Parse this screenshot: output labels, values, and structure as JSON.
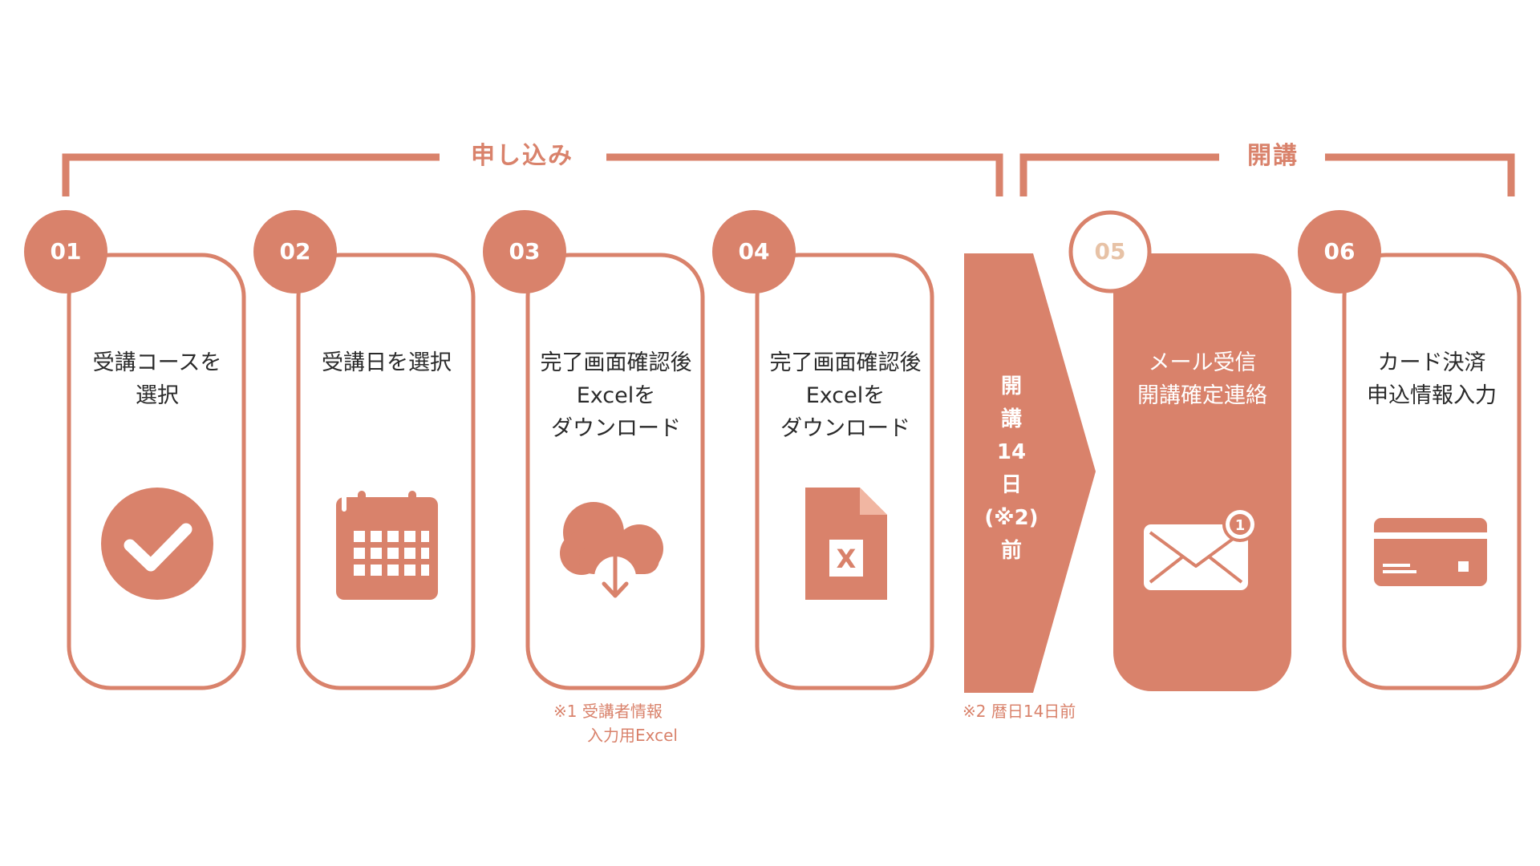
{
  "colors": {
    "accent": "#d9826b",
    "text": "#2a2a2a",
    "background": "#ffffff",
    "faded_number": "#e7c2a6"
  },
  "brackets": [
    {
      "label": "申し込み"
    },
    {
      "label": "開講"
    }
  ],
  "steps": [
    {
      "number": "01",
      "lines": [
        "受講コースを",
        "選択"
      ],
      "icon": "check-circle-icon"
    },
    {
      "number": "02",
      "lines": [
        "受講日を選択"
      ],
      "icon": "calendar-icon"
    },
    {
      "number": "03",
      "lines": [
        "完了画面確認後",
        "Excelを",
        "ダウンロード"
      ],
      "icon": "cloud-download-icon"
    },
    {
      "number": "04",
      "lines": [
        "完了画面確認後",
        "Excelを",
        "ダウンロード"
      ],
      "icon": "excel-file-icon"
    },
    {
      "number": "05",
      "lines": [
        "メール受信",
        "開講確定連絡"
      ],
      "icon": "mail-notification-icon"
    },
    {
      "number": "06",
      "lines": [
        "カード決済",
        "申込情報入力"
      ],
      "icon": "credit-card-icon"
    }
  ],
  "mail_badge": "1",
  "arrow": {
    "lines": [
      "開",
      "講",
      "14",
      "日",
      "(※2)",
      "前"
    ]
  },
  "notes": {
    "note1": [
      "※1  受講者情報",
      "入力用Excel"
    ],
    "note2": "※2  暦日14日前"
  }
}
